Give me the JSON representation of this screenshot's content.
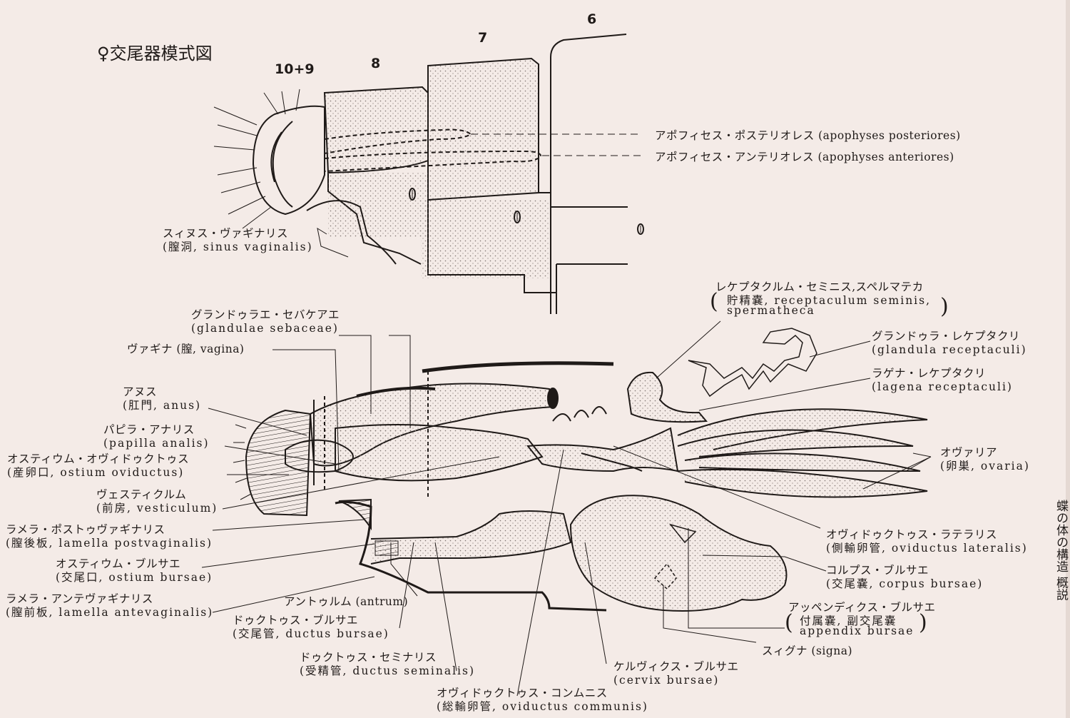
{
  "figure_title": "♀交尾器模式図",
  "segments": [
    "10+9",
    "8",
    "7",
    "6"
  ],
  "labels": {
    "apophyses_posteriores": "アポフィセス・ポステリオレス (apophyses posteriores)",
    "apophyses_anteriores": "アポフィセス・アンテリオレス (apophyses anteriores)",
    "sinus_vaginalis": [
      "スィヌス・ヴァギナリス",
      "(膣洞, sinus vaginalis)"
    ],
    "glandulae_sebaceae": [
      "グランドゥラエ・セバケアエ",
      "(glandulae sebaceae)"
    ],
    "vagina": "ヴァギナ (膣, vagina)",
    "anus": [
      "アヌス",
      "(肛門, anus)"
    ],
    "papilla_analis": [
      "パピラ・アナリス",
      "(papilla analis)"
    ],
    "ostium_oviductus": [
      "オスティウム・オヴィドゥクトゥス",
      "(産卵口, ostium oviductus)"
    ],
    "vesticulum": [
      "ヴェスティクルム",
      "(前房, vesticulum)"
    ],
    "lamella_postvaginalis": [
      "ラメラ・ポストゥヴァギナリス",
      "(膣後板, lamella postvaginalis)"
    ],
    "ostium_bursae": [
      "オスティウム・ブルサエ",
      "(交尾口, ostium bursae)"
    ],
    "lamella_antevaginalis": [
      "ラメラ・アンテヴァギナリス",
      "(膣前板, lamella antevaginalis)"
    ],
    "antrum": "アントゥルム (antrum)",
    "ductus_bursae": [
      "ドゥクトゥス・ブルサエ",
      "(交尾管, ductus bursae)"
    ],
    "ductus_seminalis": [
      "ドゥクトゥス・セミナリス",
      "(受精管, ductus seminalis)"
    ],
    "oviductus_communis": [
      "オヴィドゥクトゥス・コンムニス",
      "(総輸卵管, oviductus communis)"
    ],
    "cervix_bursae": [
      "ケルヴィクス・ブルサエ",
      "(cervix bursae)"
    ],
    "receptaculum_seminis": [
      "レケプタクルム・セミニス,スペルマテカ",
      "貯精嚢, receptaculum seminis,",
      "spermatheca"
    ],
    "glandula_receptaculi": [
      "グランドゥラ・レケプタクリ",
      "(glandula receptaculi)"
    ],
    "lagena_receptaculi": [
      "ラゲナ・レケプタクリ",
      "(lagena receptaculi)"
    ],
    "ovaria": [
      "オヴァリア",
      "(卵巣, ovaria)"
    ],
    "oviductus_lateralis": [
      "オヴィドゥクトゥス・ラテラリス",
      "(側輸卵管, oviductus lateralis)"
    ],
    "corpus_bursae": [
      "コルプス・ブルサエ",
      "(交尾嚢, corpus bursae)"
    ],
    "appendix_bursae": [
      "アッペンディクス・ブルサエ",
      "付属嚢, 副交尾嚢",
      "appendix bursae"
    ],
    "signa": "スィグナ (signa)"
  },
  "page_bleed_text": "蝶の体の構造 概説",
  "colors": {
    "paper": "#f4ebe7",
    "ink": "#1f1a18",
    "stipple": "#7d726e"
  }
}
